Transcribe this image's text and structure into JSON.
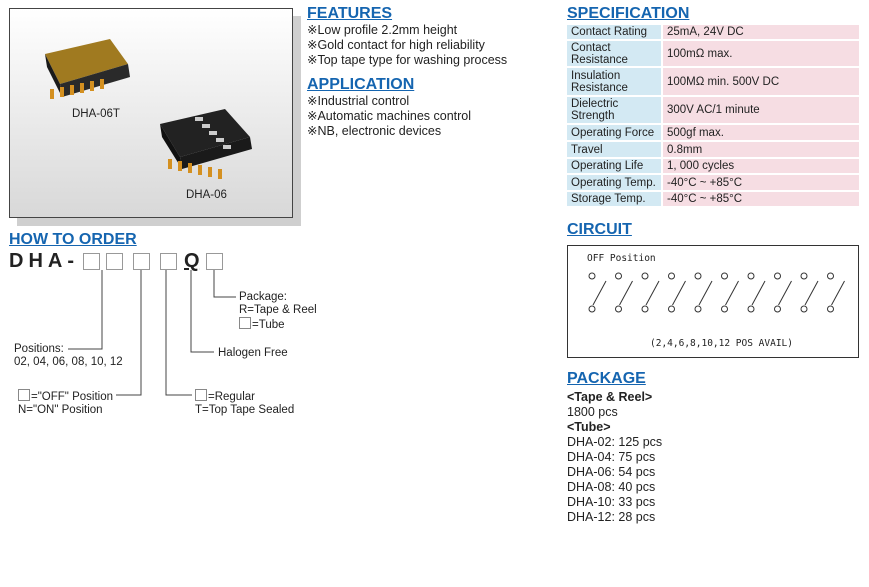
{
  "photo": {
    "captions": [
      "DHA-06T",
      "DHA-06"
    ]
  },
  "features": {
    "title": "FEATURES",
    "items": [
      "※Low profile 2.2mm height",
      "※Gold contact for high reliability",
      "※Top tape type for washing process"
    ]
  },
  "application": {
    "title": "APPLICATION",
    "items": [
      "※Industrial control",
      "※Automatic machines control",
      "※NB, electronic devices"
    ]
  },
  "order": {
    "title": "HOW TO ORDER",
    "prefix": "DHA-",
    "q": "Q",
    "package": {
      "line1": "Package:",
      "line2": "R=Tape & Reel",
      "line3": "=Tube"
    },
    "halogen": "Halogen Free",
    "positions": {
      "line1": "Positions:",
      "line2": "02, 04, 06, 08, 10, 12"
    },
    "off": {
      "line1": "=\"OFF\" Position",
      "line2": "N=\"ON\" Position"
    },
    "regular": {
      "line1": "=Regular",
      "line2": "T=Top Tape Sealed"
    }
  },
  "specification": {
    "title": "SPECIFICATION",
    "rows": [
      {
        "label": "Contact Rating",
        "value": "25mA, 24V DC"
      },
      {
        "label": "Contact Resistance",
        "value": "100mΩ max."
      },
      {
        "label": "Insulation Resistance",
        "value": "100MΩ min. 500V DC"
      },
      {
        "label": "Dielectric Strength",
        "value": "300V AC/1 minute"
      },
      {
        "label": "Operating Force",
        "value": "500gf max."
      },
      {
        "label": "Travel",
        "value": "0.8mm"
      },
      {
        "label": "Operating Life",
        "value": "1, 000 cycles"
      },
      {
        "label": "Operating Temp.",
        "value": "-40°C ~ +85°C"
      },
      {
        "label": "Storage Temp.",
        "value": "-40°C ~ +85°C"
      }
    ]
  },
  "circuit": {
    "title": "CIRCUIT",
    "label": "OFF Position",
    "note": "(2,4,6,8,10,12 POS AVAIL)"
  },
  "package": {
    "title": "PACKAGE",
    "tape_heading": "<Tape & Reel>",
    "tape_qty": "1800 pcs",
    "tube_heading": "<Tube>",
    "tube": [
      "DHA-02: 125 pcs",
      "DHA-04: 75 pcs",
      "DHA-06: 54 pcs",
      "DHA-08: 40 pcs",
      "DHA-10: 33 pcs",
      "DHA-12: 28 pcs"
    ]
  }
}
